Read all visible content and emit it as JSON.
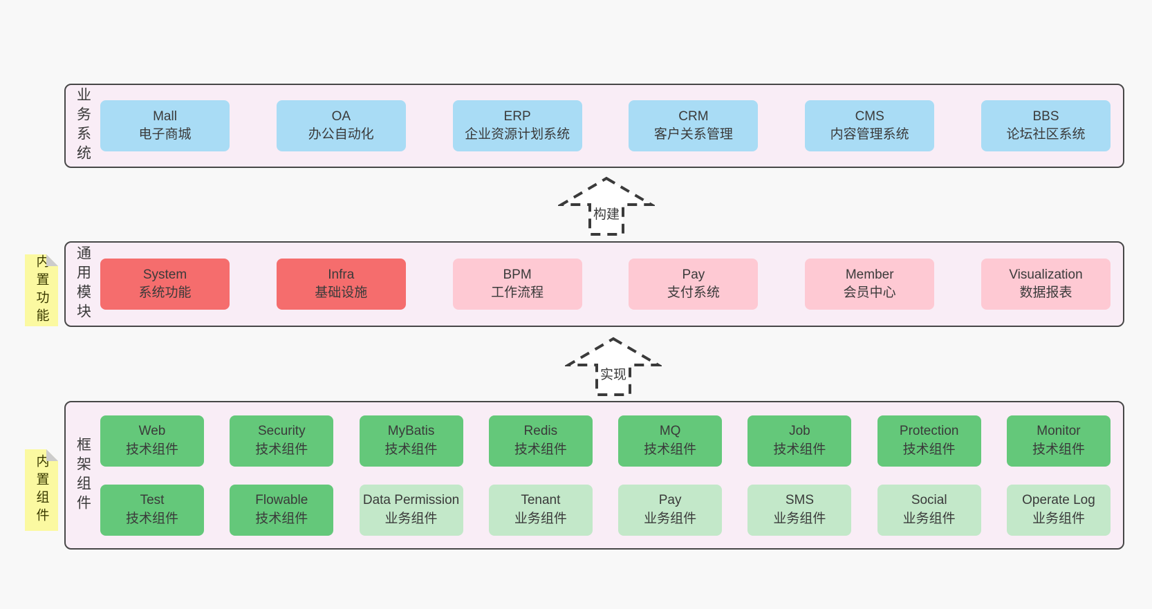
{
  "colors": {
    "page_bg": "#f8f8f8",
    "band_bg": "#f9edf6",
    "band_border": "#474747",
    "blue": "#a9dcf5",
    "red": "#f56d6d",
    "pink": "#fec9d3",
    "green": "#64c87a",
    "light_green": "#c3e8c9",
    "sticky_yellow": "#fbf9a1",
    "sticky_fold": "#cccccc",
    "text": "#3a3a3a"
  },
  "business_band": {
    "label": "业务系统",
    "boxes": [
      {
        "title": "Mall",
        "subtitle": "电子商城"
      },
      {
        "title": "OA",
        "subtitle": "办公自动化"
      },
      {
        "title": "ERP",
        "subtitle": "企业资源计划系统"
      },
      {
        "title": "CRM",
        "subtitle": "客户关系管理"
      },
      {
        "title": "CMS",
        "subtitle": "内容管理系统"
      },
      {
        "title": "BBS",
        "subtitle": "论坛社区系统"
      }
    ]
  },
  "build_arrow": {
    "label": "构建"
  },
  "modules_band": {
    "label": "通用模块",
    "sticky_note": "内置功能",
    "boxes": [
      {
        "title": "System",
        "subtitle": "系统功能"
      },
      {
        "title": "Infra",
        "subtitle": "基础设施"
      },
      {
        "title": "BPM",
        "subtitle": "工作流程"
      },
      {
        "title": "Pay",
        "subtitle": "支付系统"
      },
      {
        "title": "Member",
        "subtitle": "会员中心"
      },
      {
        "title": "Visualization",
        "subtitle": "数据报表"
      }
    ]
  },
  "implement_arrow": {
    "label": "实现"
  },
  "framework_band": {
    "label": "框架组件",
    "sticky_note": "内置组件",
    "row1": [
      {
        "title": "Web",
        "subtitle": "技术组件"
      },
      {
        "title": "Security",
        "subtitle": "技术组件"
      },
      {
        "title": "MyBatis",
        "subtitle": "技术组件"
      },
      {
        "title": "Redis",
        "subtitle": "技术组件"
      },
      {
        "title": "MQ",
        "subtitle": "技术组件"
      },
      {
        "title": "Job",
        "subtitle": "技术组件"
      },
      {
        "title": "Protection",
        "subtitle": "技术组件"
      },
      {
        "title": "Monitor",
        "subtitle": "技术组件"
      }
    ],
    "row2": [
      {
        "title": "Test",
        "subtitle": "技术组件"
      },
      {
        "title": "Flowable",
        "subtitle": "技术组件"
      },
      {
        "title": "Data Permission",
        "subtitle": "业务组件"
      },
      {
        "title": "Tenant",
        "subtitle": "业务组件"
      },
      {
        "title": "Pay",
        "subtitle": "业务组件"
      },
      {
        "title": "SMS",
        "subtitle": "业务组件"
      },
      {
        "title": "Social",
        "subtitle": "业务组件"
      },
      {
        "title": "Operate Log",
        "subtitle": "业务组件"
      }
    ]
  }
}
